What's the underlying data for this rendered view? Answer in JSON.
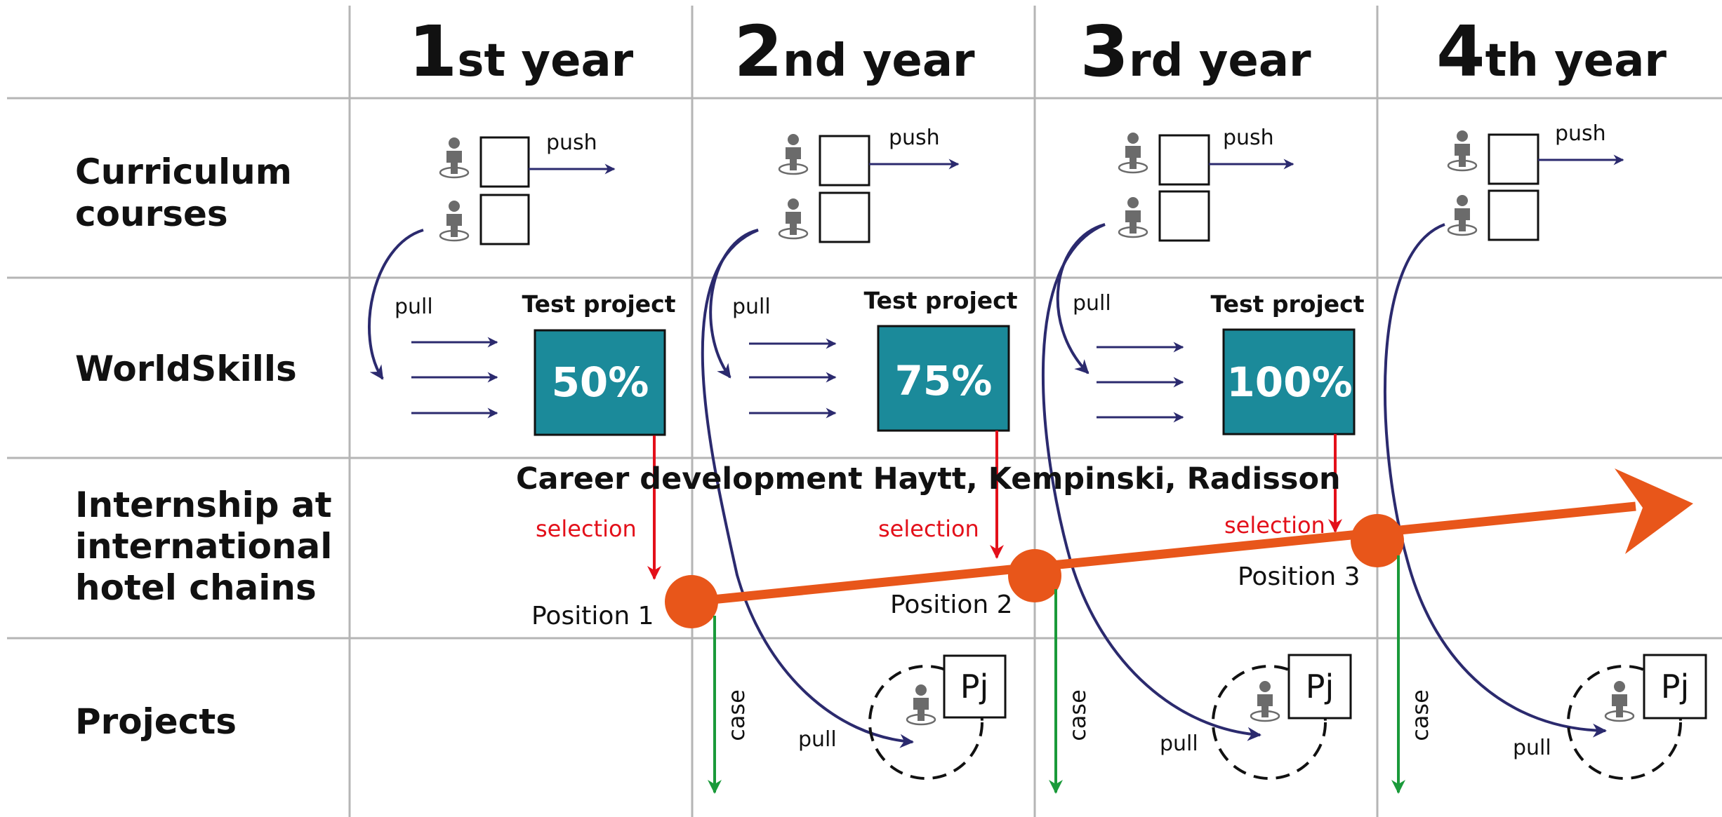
{
  "years": [
    {
      "number": "1",
      "suffix": "st year"
    },
    {
      "number": "2",
      "suffix": "nd year"
    },
    {
      "number": "3",
      "suffix": "rd year"
    },
    {
      "number": "4",
      "suffix": "th year"
    }
  ],
  "rows": {
    "curriculum": [
      "Curriculum",
      "courses"
    ],
    "worldskills": [
      "WorldSkills"
    ],
    "internship": [
      "Internship at",
      "international",
      "hotel chains"
    ],
    "projects": [
      "Projects"
    ]
  },
  "labels": {
    "push": "push",
    "pull": "pull",
    "test_project": "Test project",
    "selection": "selection",
    "case": "case",
    "pj": "Pj",
    "career": "Career development Haytt, Kempinski, Radisson"
  },
  "test_projects": [
    "50%",
    "75%",
    "100%"
  ],
  "positions": [
    "Position 1",
    "Position 2",
    "Position 3"
  ],
  "colors": {
    "teal": "#1b8a9a",
    "navy": "#2b2a6e",
    "red": "#e3101a",
    "orange": "#e8561a",
    "green": "#1a9a3a",
    "grid": "#b5b5b5",
    "person": "#6b6b6b"
  },
  "icons": {
    "student": "person-on-ring-icon"
  }
}
